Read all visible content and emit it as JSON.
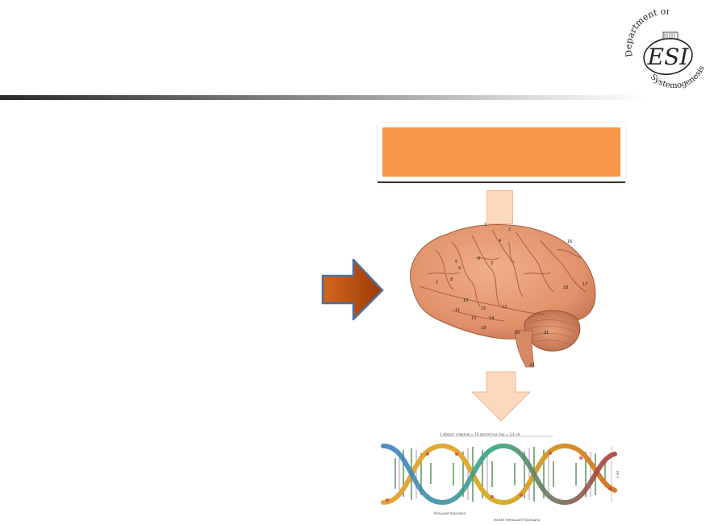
{
  "logo": {
    "line_top": "Department of",
    "monogram": "ESI",
    "line_bottom": "Systemogenesis"
  },
  "brain": {
    "labels": [
      "1",
      "2",
      "3",
      "4",
      "5",
      "6",
      "7",
      "8",
      "9",
      "10",
      "11",
      "12",
      "13",
      "14",
      "15",
      "16",
      "17",
      "18",
      "19",
      "20",
      "21",
      "22"
    ]
  },
  "dna": {
    "top_caption": "1 оборот спирали = 10 азотистых пар = 3,4 нм",
    "bottom_caption_left": "большая бороздка",
    "bottom_caption_right": "малая (меньшая) бороздка",
    "side_caption": "2 нм"
  },
  "colors": {
    "orange_box": "#f79646",
    "arrow_right_fill": "#c0500e",
    "arrow_right_stroke": "#4f6fa0",
    "arrow_down_fill": "#fbd9bf",
    "brain_base": "#e39a74"
  }
}
